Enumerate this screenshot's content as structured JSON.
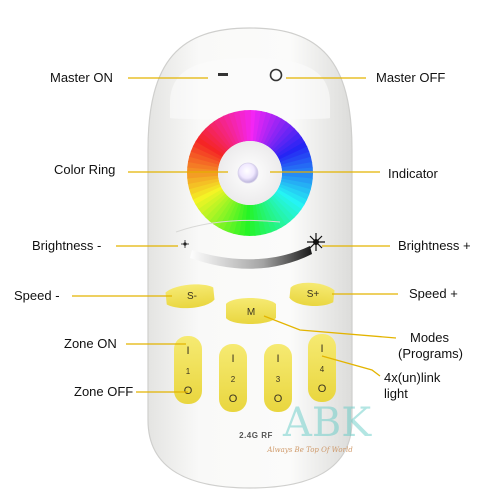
{
  "labels": {
    "master_on": "Master ON",
    "master_off": "Master OFF",
    "color_ring": "Color Ring",
    "indicator": "Indicator",
    "brightness_minus": "Brightness -",
    "brightness_plus": "Brightness +",
    "speed_minus": "Speed -",
    "speed_plus": "Speed +",
    "modes": "Modes",
    "programs": "(Programs)",
    "zone_on": "Zone ON",
    "zone_off": "Zone OFF",
    "link_line1": "4x(un)link",
    "link_line2": "light"
  },
  "buttons": {
    "speed_minus": "S-",
    "mode": "M",
    "speed_plus": "S+",
    "zones": [
      "1",
      "2",
      "3",
      "4"
    ],
    "zone_on_mark": "I",
    "zone_off_mark": "O"
  },
  "remote": {
    "rf_label": "2.4G RF"
  },
  "watermark": {
    "logo": "ABK",
    "tagline": "Always Be Top Of World"
  },
  "colors": {
    "leader": "#e3b400",
    "button_yellow": "#f1e25a",
    "body_white": "#f7f7f5"
  }
}
